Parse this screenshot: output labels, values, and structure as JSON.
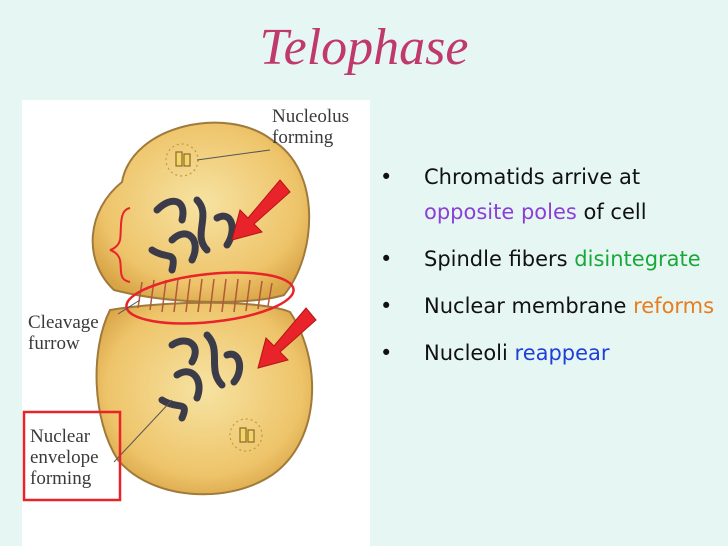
{
  "title": "Telophase",
  "figure": {
    "labels": {
      "nucleolus": "Nucleolus forming",
      "cleavage": "Cleavage furrow",
      "envelope": "Nuclear envelope forming"
    }
  },
  "bullets": [
    {
      "parts": [
        {
          "text": "Chromatids arrive at "
        },
        {
          "text": "opposite poles",
          "color": "#8b3fd9"
        },
        {
          "text": " of cell"
        }
      ]
    },
    {
      "parts": [
        {
          "text": "Spindle fibers "
        },
        {
          "text": "disintegrate",
          "color": "#1aa83a"
        }
      ]
    },
    {
      "parts": [
        {
          "text": "Nuclear membrane "
        },
        {
          "text": "reforms",
          "color": "#e87c1e"
        }
      ]
    },
    {
      "parts": [
        {
          "text": "Nucleoli "
        },
        {
          "text": "reappear",
          "color": "#1e40d8"
        }
      ]
    }
  ],
  "colors": {
    "title": "#c0396b",
    "background": "#e6f7f3",
    "arrow": "#e8232a",
    "highlight": "#e8232a"
  }
}
